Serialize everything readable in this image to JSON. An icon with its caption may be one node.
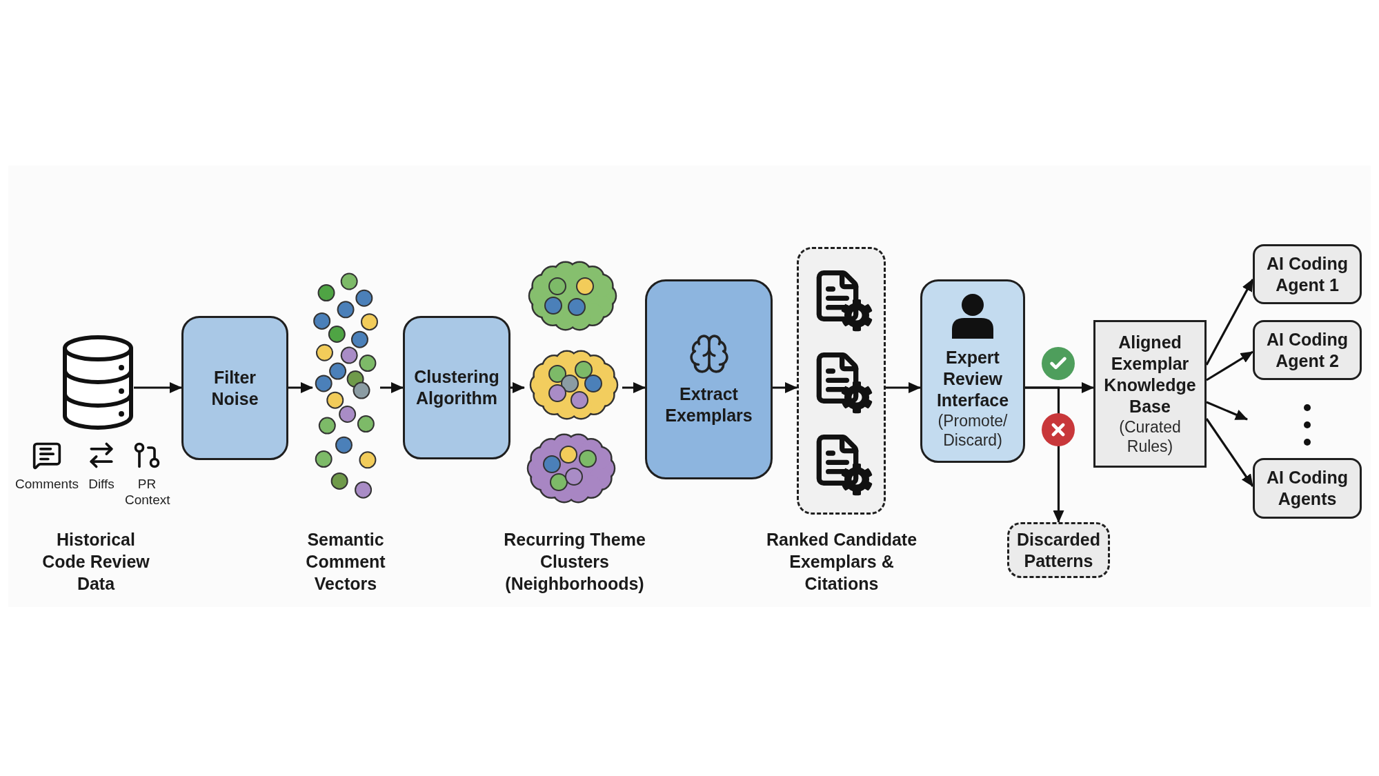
{
  "diagram": {
    "nodes": [
      {
        "text": [],
        "shape": "cylinder"
      },
      {
        "text": [
          "Filter Noise"
        ]
      },
      {
        "text": [],
        "shape": "picture",
        "beside": [
          "Semantic Comment Vectors"
        ]
      },
      {
        "text": [
          "Clustering Algorithm"
        ]
      },
      {
        "text": [],
        "shape": "picture",
        "beside": [
          "Recurring Theme Clusters (Neighborhoods)"
        ]
      },
      {
        "text": [
          "Extract Exemplars"
        ]
      },
      {
        "text": [],
        "shape": "box",
        "beside": [
          "Ranked Candidate Exemplars & Citations"
        ]
      },
      {
        "text": [
          "Expert Review Interface",
          "(Promote/ Discard)"
        ]
      },
      {
        "text": [
          "Aligned Exemplar Knowledge Base",
          "(Curated Rules)"
        ]
      },
      {
        "text": [
          "Discarded Patterns"
        ]
      },
      {
        "text": [
          "AI Coding Agent 1"
        ]
      },
      {
        "text": [
          "AI Coding Agent 2"
        ]
      },
      {
        "text": [
          "AI Coding Agents"
        ]
      }
    ],
    "edges": [
      {
        "from": 0,
        "to": 1,
        "arrow": "to"
      },
      {
        "from": 1,
        "to": 2,
        "arrow": "to"
      },
      {
        "from": 2,
        "to": 3,
        "arrow": "to"
      },
      {
        "from": 3,
        "to": 4,
        "arrow": "to"
      },
      {
        "from": 4,
        "to": 5,
        "arrow": "to"
      },
      {
        "from": 5,
        "to": 6,
        "arrow": "to"
      },
      {
        "from": 6,
        "to": 7,
        "arrow": "to"
      },
      {
        "from": 7,
        "to": 8,
        "arrow": "to"
      },
      {
        "from": 7,
        "to": 9,
        "arrow": "to"
      },
      {
        "from": 8,
        "to": 10,
        "arrow": "to"
      },
      {
        "from": 8,
        "to": 11,
        "arrow": "to"
      },
      {
        "from": 8,
        "to": null,
        "arrow": "to"
      },
      {
        "from": 8,
        "to": 12,
        "arrow": "to"
      }
    ],
    "labels": [
      "Comments",
      "Diffs",
      "PR Context",
      "Historical Code Review Data"
    ]
  }
}
